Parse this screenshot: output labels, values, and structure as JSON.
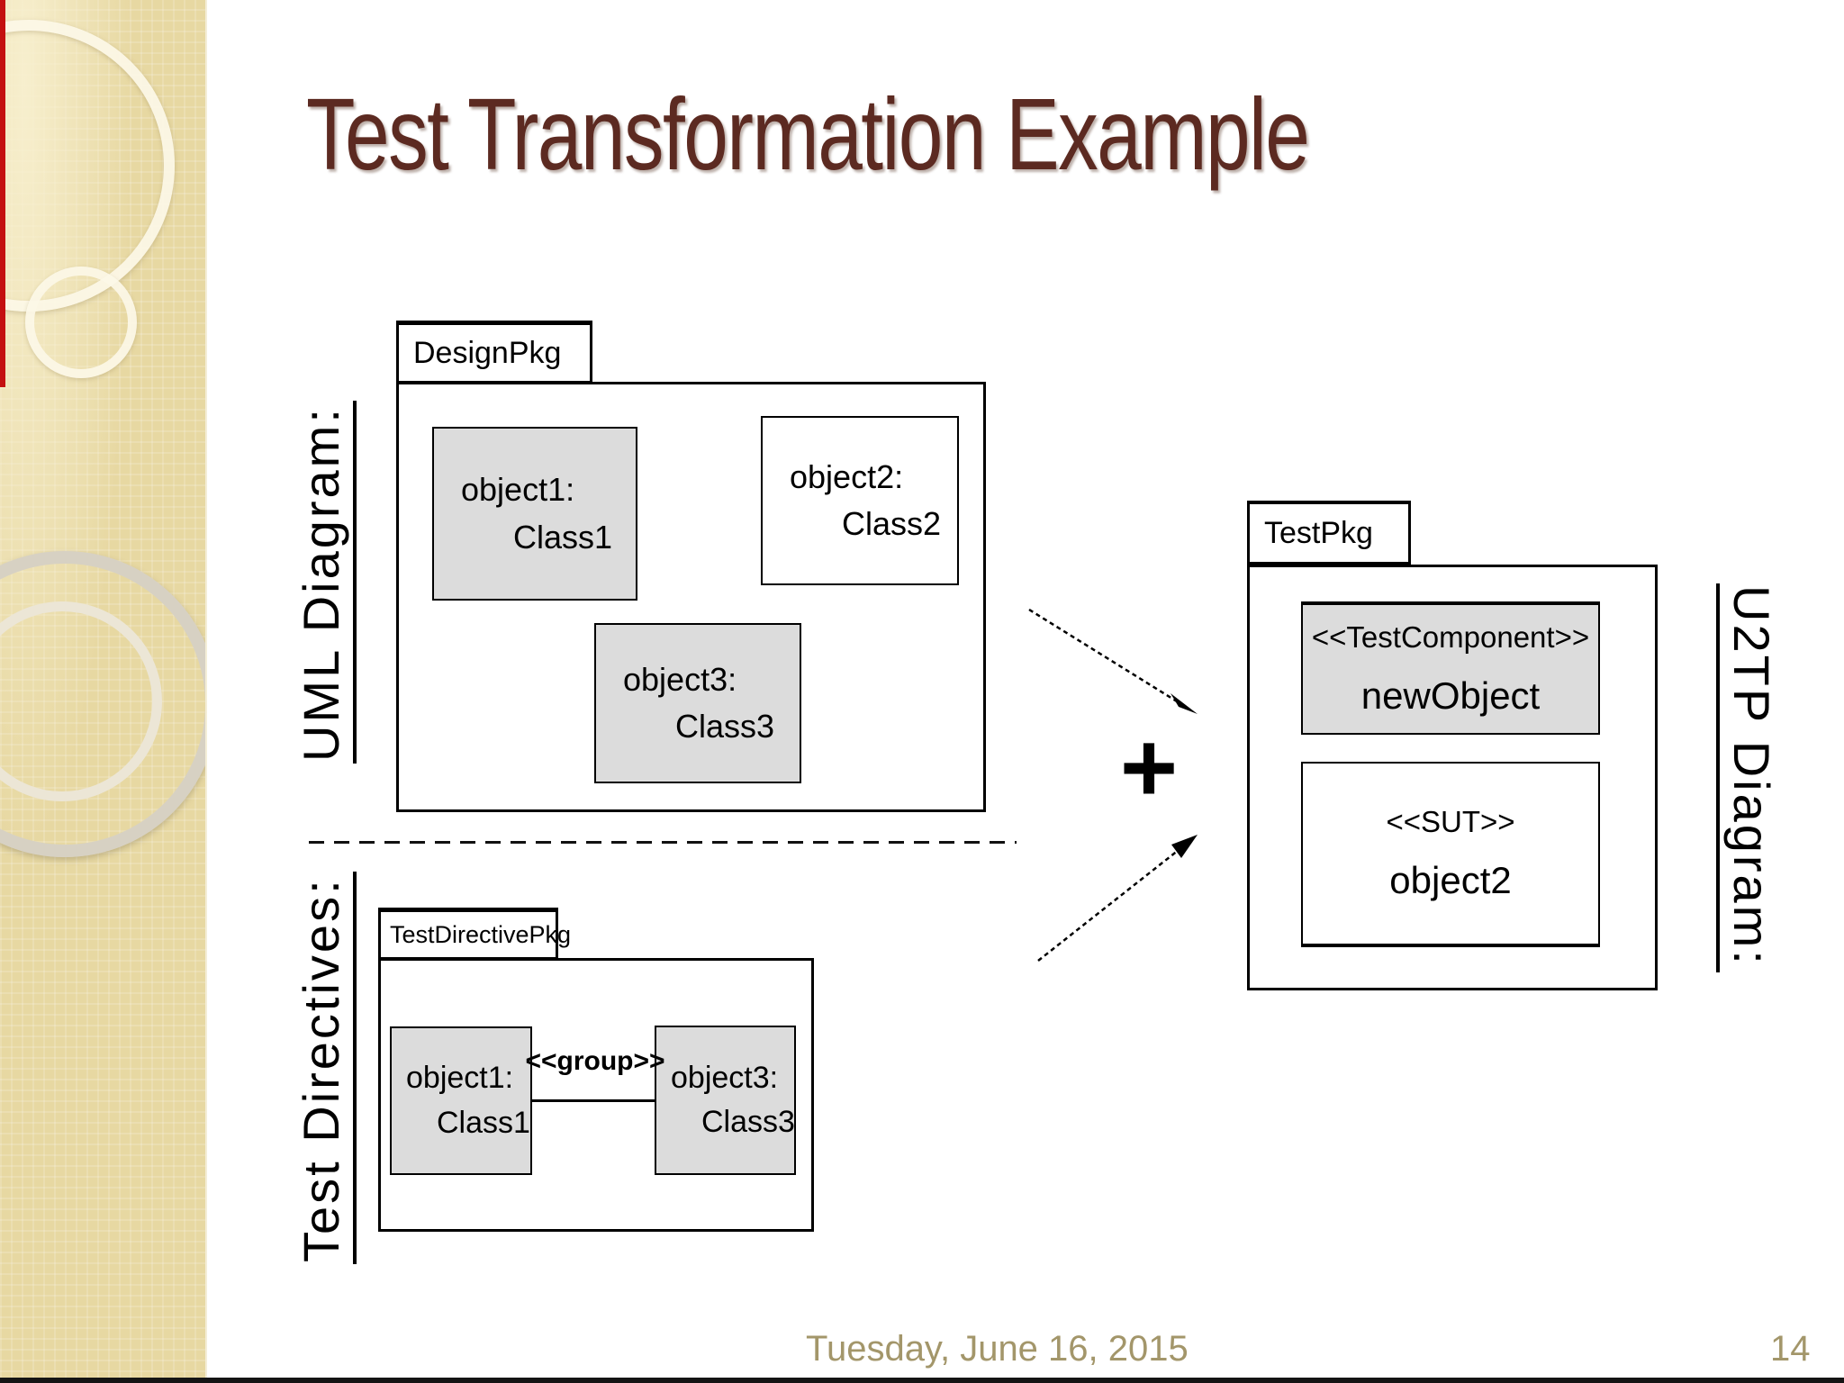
{
  "slide": {
    "title": "Test Transformation Example",
    "footer_date": "Tuesday, June 16, 2015",
    "page_number": "14"
  },
  "section_labels": {
    "uml_diagram": "UML Diagram:",
    "test_directives": "Test Directives:",
    "u2tp_diagram": "U2TP Diagram:"
  },
  "design_pkg": {
    "name": "DesignPkg",
    "objects": [
      {
        "instance": "object1:",
        "class": "Class1"
      },
      {
        "instance": "object2:",
        "class": "Class2"
      },
      {
        "instance": "object3:",
        "class": "Class3"
      }
    ]
  },
  "test_directive_pkg": {
    "name": "TestDirectivePkg",
    "connector_label": "<<group>>",
    "objects": [
      {
        "instance": "object1:",
        "class": "Class1"
      },
      {
        "instance": "object3:",
        "class": "Class3"
      }
    ]
  },
  "test_pkg": {
    "name": "TestPkg",
    "components": [
      {
        "stereotype": "<<TestComponent>>",
        "name": "newObject"
      },
      {
        "stereotype": "<<SUT>>",
        "name": "object2"
      }
    ]
  },
  "operators": {
    "plus": "+"
  },
  "colors": {
    "title_text": "#5c2a21",
    "footer_text": "#a3966a",
    "object_fill_gray": "#dcdcdc",
    "sidebar_beige": "#e7d8a2",
    "diagram_line": "#000000",
    "left_edge_strip": "#c41010"
  }
}
